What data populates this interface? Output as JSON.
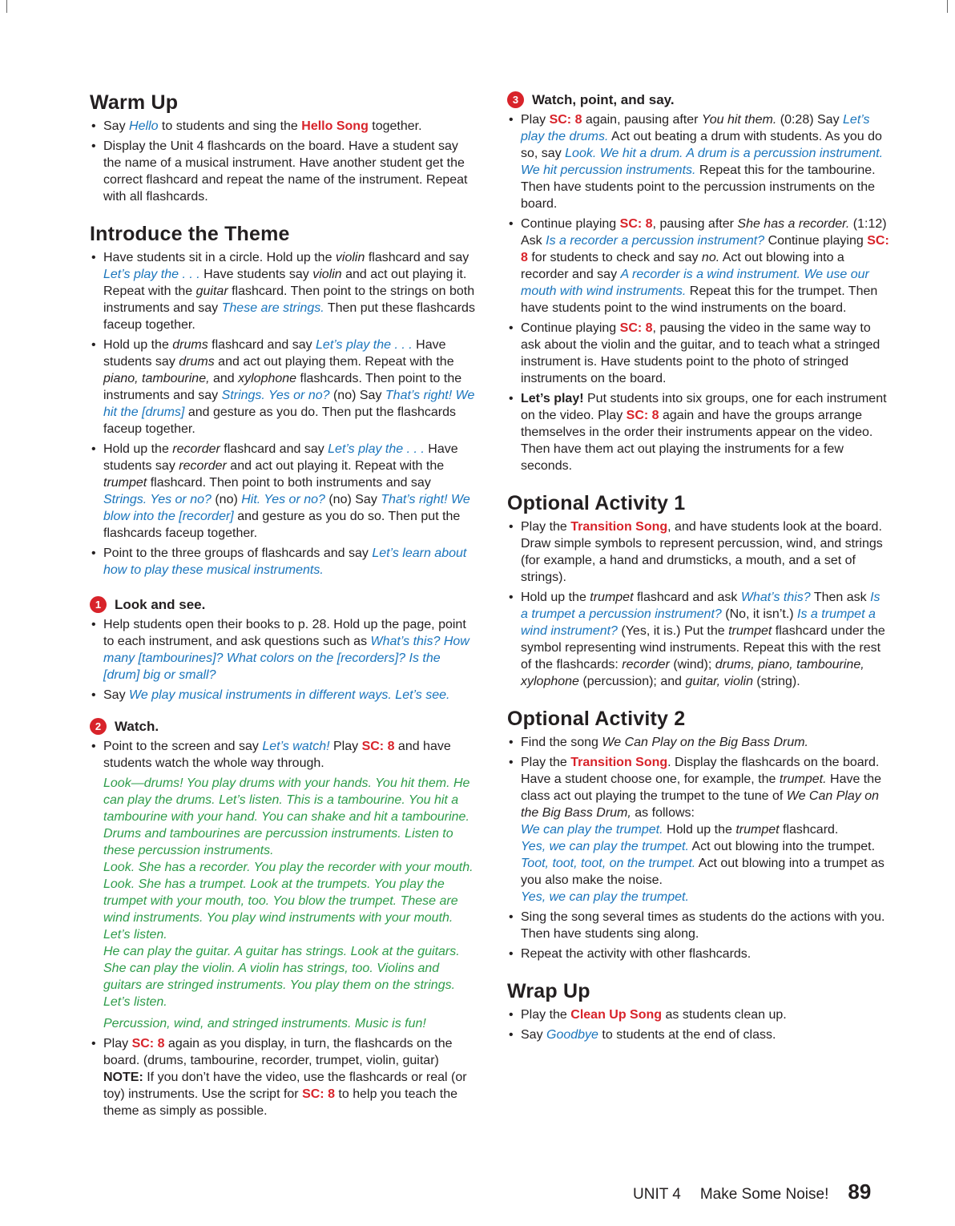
{
  "warm_up": {
    "title": "Warm Up",
    "b1": {
      "t1": "Say ",
      "h1": "Hello",
      "t2": " to students and sing the ",
      "r1": "Hello Song",
      "t3": " together."
    },
    "b2": "Display the Unit 4 flashcards on the board. Have a student say the name of a musical instrument. Have another student get the correct flashcard and repeat the name of the instrument. Repeat with all flashcards."
  },
  "introduce": {
    "title": "Introduce the Theme",
    "b1": {
      "t1": "Have students sit in a circle. Hold up the ",
      "i1": "violin",
      "t2": " flashcard and say ",
      "h1": "Let’s play the . . .",
      "t3": " Have students say ",
      "i2": "violin",
      "t4": " and act out playing it. Repeat with the ",
      "i3": "guitar",
      "t5": " flashcard. Then point to the strings on both instruments and say ",
      "h2": "These are strings.",
      "t6": " Then put these flashcards faceup together."
    },
    "b2": {
      "t1": "Hold up the ",
      "i1": "drums",
      "t2": " flashcard and say ",
      "h1": "Let’s play the . . .",
      "t3": " Have students say ",
      "i2": "drums",
      "t4": " and act out playing them. Repeat with the ",
      "i3": "piano, tambourine,",
      "t5": " and ",
      "i4": "xylophone",
      "t6": " flashcards. Then point to the instruments and say ",
      "h2": "Strings. Yes or no?",
      "t7": " (no) Say ",
      "h3": "That’s right! We hit the [drums]",
      "t8": " and gesture as you do. Then put the flashcards faceup together."
    },
    "b3": {
      "t1": "Hold up the ",
      "i1": "recorder",
      "t2": " flashcard and say ",
      "h1": "Let’s play the . . .",
      "t3": " Have students say ",
      "i2": "recorder",
      "t4": " and act out playing it. Repeat with the ",
      "i3": "trumpet",
      "t5": " flashcard. Then point to both instruments and say ",
      "h2": "Strings. Yes or no?",
      "t6": " (no) ",
      "h3": "Hit. Yes or no?",
      "t7": " (no) Say ",
      "h4": "That’s right! We blow into the [recorder]",
      "t8": " and gesture as you do so. Then put the flashcards faceup together."
    },
    "b4": {
      "t1": "Point to the three groups of flashcards and say ",
      "h1": "Let’s learn about how to play these musical instruments."
    }
  },
  "look_and_see": {
    "num": "1",
    "title": "Look and see.",
    "b1": {
      "t1": "Help students open their books to p. 28. Hold up the page, point to each instrument, and ask questions such as ",
      "h1": "What’s this? How many [tambourines]? What colors on the [recorders]? Is the [drum] big or small?"
    },
    "b2": {
      "t1": "Say ",
      "h1": "We play musical instruments in different ways. Let’s see."
    }
  },
  "watch": {
    "num": "2",
    "title": "Watch.",
    "b1": {
      "t1": "Point to the screen and say ",
      "h1": "Let’s watch!",
      "t2": " Play ",
      "r1": "SC: 8",
      "t3": " and have students watch the whole way through."
    },
    "script": [
      "Look—drums! You play drums with your hands. You hit them. He can play the drums. Let’s listen. This is a tambourine. You hit a tambourine with your hand. You can shake and hit a tambourine. Drums and tambourines are percussion instruments. Listen to these percussion instruments.",
      "Look. She has a recorder. You play the recorder with your mouth. Look. She has a trumpet. Look at the trumpets. You play the trumpet with your mouth, too. You blow the trumpet. These are wind instruments. You play wind instruments with your mouth. Let’s listen.",
      "He can play the guitar. A guitar has strings. Look at the guitars. She can play the violin. A violin has strings, too. Violins and guitars are stringed instruments. You play them on the strings. Let’s listen."
    ],
    "script_end": "Percussion, wind, and stringed instruments. Music is fun!",
    "b2": {
      "t1": "Play ",
      "r1": "SC: 8",
      "t2": " again as you display, in turn, the flashcards on the board. (drums, tambourine, recorder, trumpet, violin, guitar) ",
      "b1": "NOTE:",
      "t3": " If you don’t have the video, use the flashcards or real (or toy) instruments. Use the script for ",
      "r2": "SC: 8",
      "t4": " to help you teach the theme as simply as possible."
    }
  },
  "watch_point": {
    "num": "3",
    "title": "Watch, point, and say.",
    "b1": {
      "t1": "Play ",
      "r1": "SC: 8",
      "t2": " again, pausing after ",
      "i1": "You hit them.",
      "t3": " (0:28) Say ",
      "h1": "Let’s play the drums.",
      "t4": " Act out beating a drum with students. As you do so, say ",
      "h2": "Look. We hit a drum. A drum is a percussion instrument. We hit percussion instruments.",
      "t5": " Repeat this for the tambourine. Then have students point to the percussion instruments on the board."
    },
    "b2": {
      "t1": "Continue playing ",
      "r1": "SC: 8",
      "t2": ", pausing after ",
      "i1": "She has a recorder.",
      "t3": " (1:12) Ask ",
      "h1": "Is a recorder a percussion instrument?",
      "t4": " Continue playing ",
      "r2": "SC: 8",
      "t5": " for students to check and say ",
      "i2": "no.",
      "t6": " Act out blowing into a recorder and say ",
      "h2": "A recorder is a wind instrument. We use our mouth with wind instruments.",
      "t7": " Repeat this for the trumpet. Then have students point to the wind instruments on the board."
    },
    "b3": {
      "t1": "Continue playing ",
      "r1": "SC: 8",
      "t2": ", pausing the video in the same way to ask about the violin and the guitar, and to teach what a stringed instrument is. Have students point to the photo of stringed instruments on the board."
    },
    "b4": {
      "b1": "Let’s play!",
      "t1": " Put students into six groups, one for each instrument on the video. Play ",
      "r1": "SC: 8",
      "t2": " again and have the groups arrange themselves in the order their instruments appear on the video. Then have them act out playing the instruments for a few seconds."
    }
  },
  "optional1": {
    "title": "Optional Activity 1",
    "b1": {
      "t1": "Play the ",
      "r1": "Transition Song",
      "t2": ", and have students look at the board. Draw simple symbols to represent percussion, wind, and strings (for example, a hand and drumsticks, a mouth, and a set of strings)."
    },
    "b2": {
      "t1": "Hold up the ",
      "i1": "trumpet",
      "t2": " flashcard and ask ",
      "h1": "What’s this?",
      "t3": " Then ask ",
      "h2": "Is a trumpet a percussion instrument?",
      "t4": " (No, it isn’t.) ",
      "h3": "Is a trumpet a wind instrument?",
      "t5": " (Yes, it is.) Put the ",
      "i2": "trumpet",
      "t6": " flashcard under the symbol representing wind instruments. Repeat this with the rest of the flashcards: ",
      "i3": "recorder",
      "t7": " (wind); ",
      "i4": "drums, piano, tambourine, xylophone",
      "t8": " (percussion); and ",
      "i5": "guitar, violin",
      "t9": " (string)."
    }
  },
  "optional2": {
    "title": "Optional Activity 2",
    "b1": {
      "t1": "Find the song ",
      "i1": "We Can Play on the Big Bass Drum."
    },
    "b2": {
      "t1": "Play the ",
      "r1": "Transition Song",
      "t2": ". Display the flashcards on the board. Have a student choose one, for example, the ",
      "i1": "trumpet.",
      "t3": " Have the class act out playing the trumpet to the tune of ",
      "i2": "We Can Play on the Big Bass Drum,",
      "t4": " as follows:",
      "l1h": "We can play the trumpet.",
      "l1t": " Hold up the ",
      "l1i": "trumpet",
      "l1t2": " flashcard.",
      "l2h": "Yes, we can play the trumpet.",
      "l2t": " Act out blowing into the trumpet.",
      "l3h": "Toot, toot, toot, on the trumpet.",
      "l3t": " Act out blowing into a trumpet as you also make the noise.",
      "l4h": "Yes, we can play the trumpet."
    },
    "b3": "Sing the song several times as students do the actions with you. Then have students sing along.",
    "b4": "Repeat the activity with other flashcards."
  },
  "wrap_up": {
    "title": "Wrap Up",
    "b1": {
      "t1": "Play the ",
      "r1": "Clean Up Song",
      "t2": " as students clean up."
    },
    "b2": {
      "t1": "Say ",
      "h1": "Goodbye",
      "t2": " to students at the end of class."
    }
  },
  "footer": {
    "unit": "UNIT 4",
    "title": "Make Some Noise!",
    "page": "89"
  }
}
